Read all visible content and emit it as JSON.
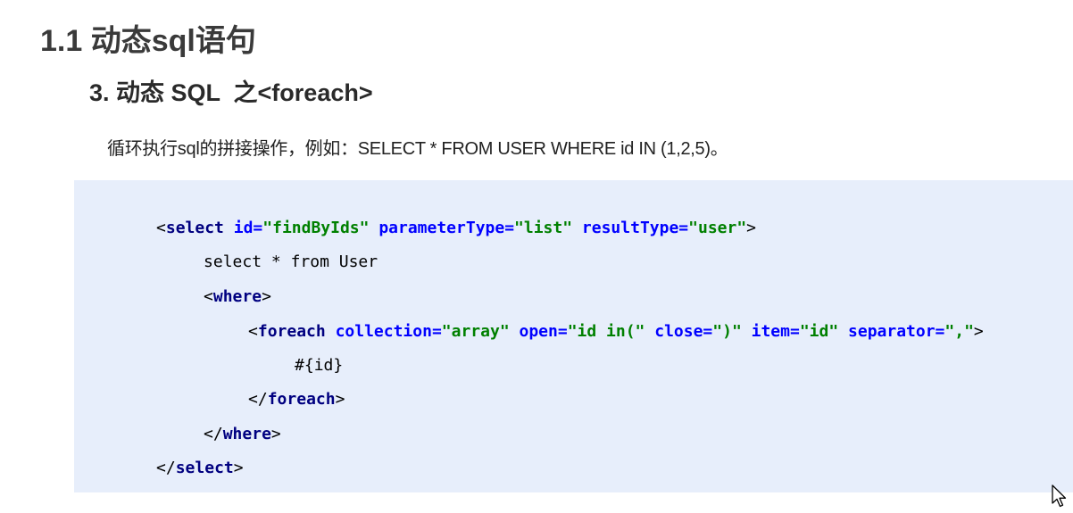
{
  "slide": {
    "title": "1.1 动态sql语句",
    "subtitle": "3. 动态 SQL  之<foreach>",
    "description": "循环执行sql的拼接操作，例如：SELECT * FROM USER WHERE id IN (1,2,5)。"
  },
  "code": {
    "line1": {
      "lt": "<",
      "tag": "select",
      "sp1": " ",
      "a1": "id=",
      "v1": "\"findByIds\"",
      "sp2": " ",
      "a2": "parameterType=",
      "v2": "\"list\"",
      "sp3": " ",
      "a3": "resultType=",
      "v3": "\"user\"",
      "gt": ">"
    },
    "line2": {
      "text": "select * from User"
    },
    "line3": {
      "lt": "<",
      "tag": "where",
      "gt": ">"
    },
    "line4": {
      "lt": "<",
      "tag": "foreach",
      "sp1": " ",
      "a1": "collection=",
      "v1": "\"array\"",
      "sp2": " ",
      "a2": "open=",
      "v2": "\"id in(\"",
      "sp3": " ",
      "a3": "close=",
      "v3": "\")\"",
      "sp4": " ",
      "a4": "item=",
      "v4": "\"id\"",
      "sp5": " ",
      "a5": "separator=",
      "v5": "\",\"",
      "gt": ">"
    },
    "line5": {
      "text": "#{id}"
    },
    "line6": {
      "lt": "</",
      "tag": "foreach",
      "gt": ">"
    },
    "line7": {
      "lt": "</",
      "tag": "where",
      "gt": ">"
    },
    "line8": {
      "lt": "</",
      "tag": "select",
      "gt": ">"
    }
  },
  "icons": {
    "cursor": "mouse-pointer-icon"
  },
  "colors": {
    "code_background": "#e7eefb",
    "tag": "#000080",
    "attribute": "#0000ff",
    "string": "#008000"
  }
}
